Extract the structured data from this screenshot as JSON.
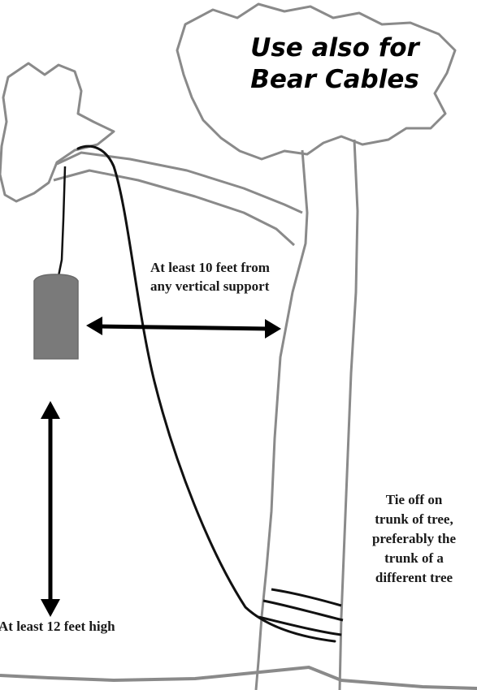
{
  "headline": {
    "line1": "Use also for",
    "line2": "Bear Cables"
  },
  "labels": {
    "distance": {
      "line1": "At least 10 feet from",
      "line2": "any vertical support"
    },
    "tie_off": {
      "line1": "Tie off on",
      "line2": "trunk of tree,",
      "line3": "preferably the",
      "line4": "trunk of a",
      "line5": "different tree"
    },
    "height": "At least 12 feet high"
  },
  "colors": {
    "background": "#ffffff",
    "outline": "#8a8a8a",
    "rope": "#111111",
    "food_bag": "#7a7a7a",
    "arrow": "#000000"
  }
}
